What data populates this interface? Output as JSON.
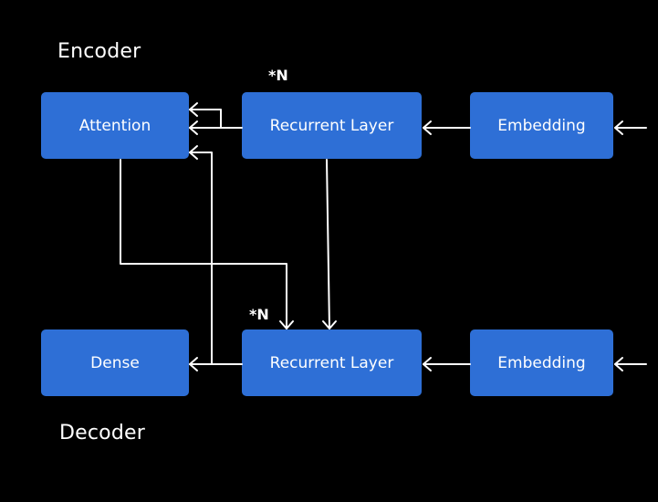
{
  "encoder": {
    "title": "Encoder",
    "repeat": "*N",
    "attention": "Attention",
    "recurrent": "Recurrent Layer",
    "embedding": "Embedding"
  },
  "decoder": {
    "title": "Decoder",
    "repeat": "*N",
    "dense": "Dense",
    "recurrent": "Recurrent Layer",
    "embedding": "Embedding"
  },
  "colors": {
    "background": "#000000",
    "block": "#2e6fd6",
    "line": "#ffffff"
  }
}
